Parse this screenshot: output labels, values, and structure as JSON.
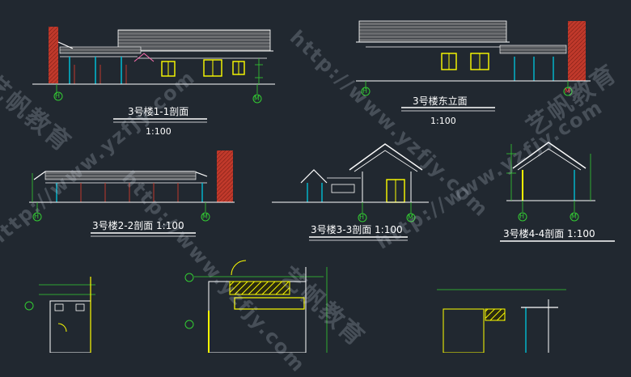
{
  "drawing": {
    "background": "#212830",
    "line_color": "#ffffff",
    "hatch_color": "#a0a0a0",
    "wall_color": "#c0392b",
    "dim_color": "#33cc33",
    "accent_color": "#ffff00",
    "column_color": "#00bcd4"
  },
  "labels": {
    "section_1_1": "3号楼1-1剖面",
    "section_1_1_scale": "1:100",
    "east_elevation": "3号楼东立面",
    "east_elevation_scale": "1:100",
    "section_2_2": "3号楼2-2剖面 1:100",
    "section_3_3": "3号楼3-3剖面 1:100",
    "section_4_4": "3号楼4-4剖面 1:100"
  },
  "grid_markers": {
    "H": "H",
    "M": "M"
  },
  "watermark": {
    "url": "http://www.yzfjy.com",
    "brand": "艺帆教育"
  }
}
